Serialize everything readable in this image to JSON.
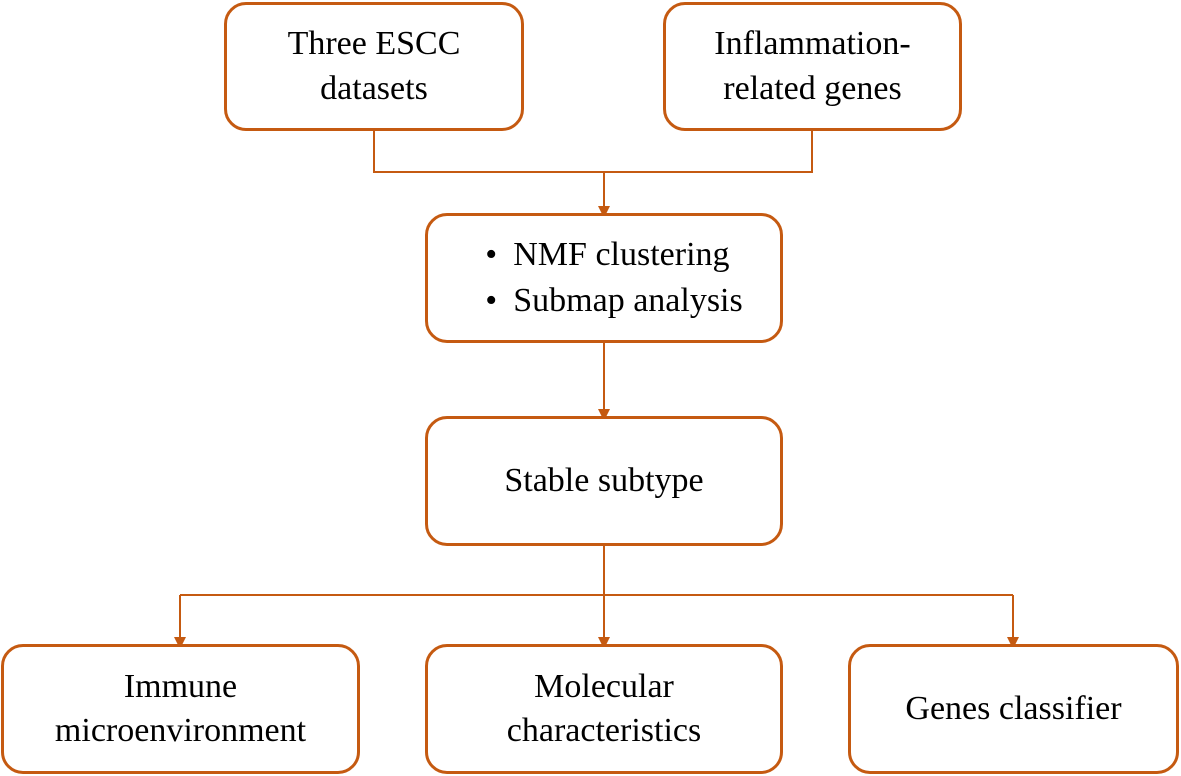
{
  "colors": {
    "accent": "#c55a11",
    "text": "#000000",
    "background": "#ffffff"
  },
  "nodes": {
    "datasets": {
      "lines": [
        "Three ESCC",
        "datasets"
      ]
    },
    "genes": {
      "lines": [
        "Inflammation-",
        "related genes"
      ]
    },
    "methods": {
      "bullets": [
        "NMF clustering",
        "Submap analysis"
      ],
      "bullet_symbol": "•"
    },
    "subtype": {
      "lines": [
        "Stable subtype"
      ]
    },
    "immune": {
      "lines": [
        "Immune",
        "microenvironment"
      ]
    },
    "molecular": {
      "lines": [
        "Molecular",
        "characteristics"
      ]
    },
    "classifier": {
      "lines": [
        "Genes classifier"
      ]
    }
  },
  "edges": [
    {
      "from": "datasets",
      "to": "methods"
    },
    {
      "from": "genes",
      "to": "methods"
    },
    {
      "from": "methods",
      "to": "subtype"
    },
    {
      "from": "subtype",
      "to": "immune"
    },
    {
      "from": "subtype",
      "to": "molecular"
    },
    {
      "from": "subtype",
      "to": "classifier"
    }
  ]
}
